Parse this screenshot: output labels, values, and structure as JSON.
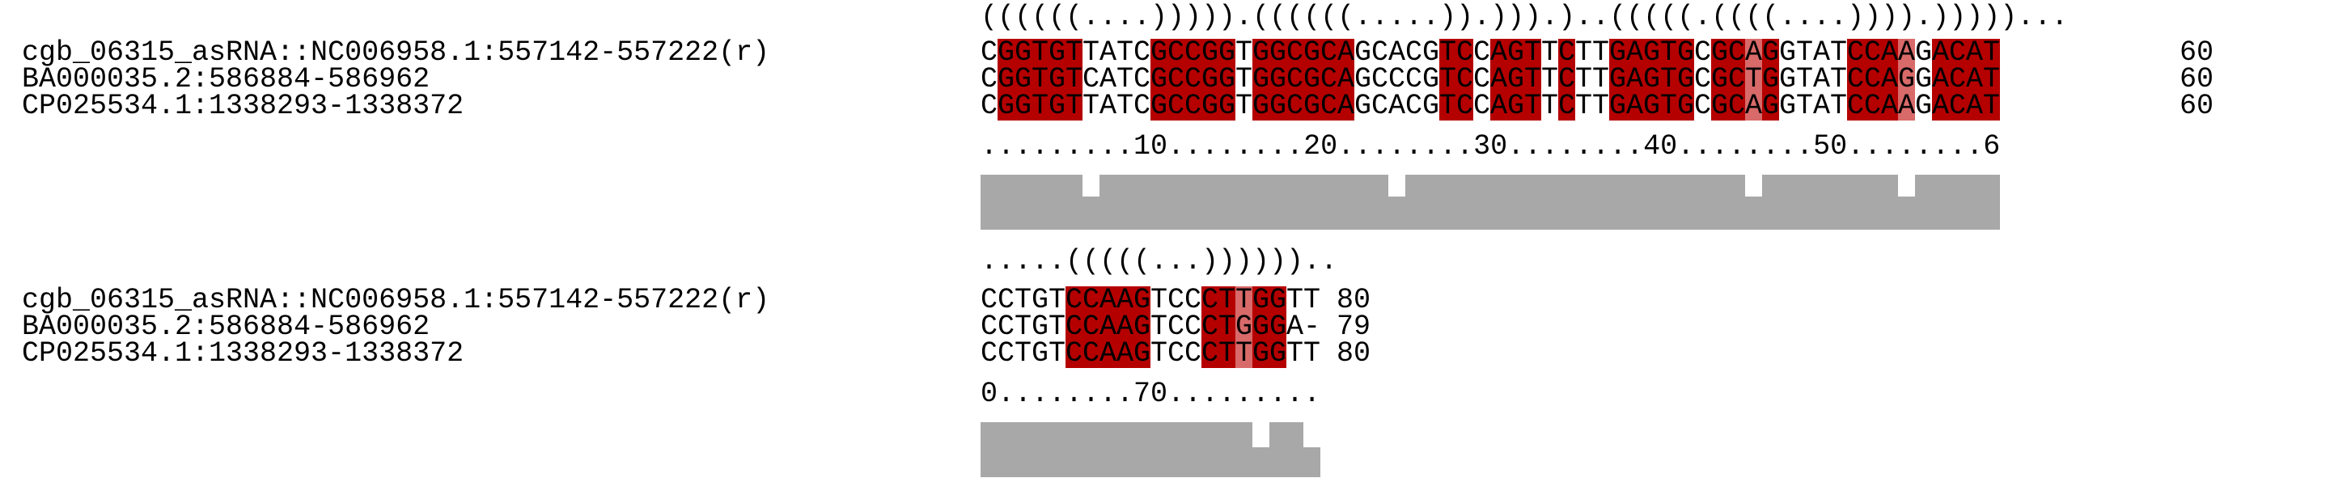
{
  "colors": {
    "full_conserved": "#b50000",
    "partial_conserved": "#d96a6a",
    "compensatory": "#c8b400",
    "conservation_bar": "#a8a8a8"
  },
  "blocks": [
    {
      "structure": "((((((....))))).((((((.....)).))).)..(((((.((((....)))).)))))...",
      "names": [
        "cgb_06315_asRNA::NC006958.1:557142-557222(r)",
        "BA000035.2:586884-586962",
        "CP025534.1:1338293-1338372"
      ],
      "sequences": [
        "CGGTGTTATCGCCGGTGGCGCAGCACGTCCAGTTCTTGAGTGCGCAGGTATCCAAGACAT",
        "CGGTGTCATCGCCGGTGGCGCAGCCCGTCCAGTTCTTGAGTGCGCTGGTATCCAGGACAT",
        "CGGTGTTATCGCCGGTGGCGCAGCACGTCCAGTTCTTGAGTGCGCAGGTATCCAAGACAT"
      ],
      "counts": [
        "60",
        "60",
        "60"
      ],
      "ruler": ".........10........20........30........40........50........6",
      "conservation": [
        1,
        1,
        1,
        1,
        1,
        1,
        0.6,
        1,
        1,
        1,
        1,
        1,
        1,
        1,
        1,
        1,
        1,
        1,
        1,
        1,
        1,
        1,
        1,
        1,
        0.6,
        1,
        1,
        1,
        1,
        1,
        1,
        1,
        1,
        1,
        1,
        1,
        1,
        1,
        1,
        1,
        1,
        1,
        1,
        1,
        1,
        0.6,
        1,
        1,
        1,
        1,
        1,
        1,
        1,
        1,
        0.6,
        1,
        1,
        1,
        1,
        1
      ]
    },
    {
      "structure": ".....(((((...))))))..",
      "names": [
        "cgb_06315_asRNA::NC006958.1:557142-557222(r)",
        "BA000035.2:586884-586962",
        "CP025534.1:1338293-1338372"
      ],
      "sequences": [
        "CCTGTCCAAGTCCCTTGGTT",
        "CCTGTCCAAGTCCCTGGGA-",
        "CCTGTCCAAGTCCCTTGGTT"
      ],
      "counts": [
        "80",
        "79",
        "80"
      ],
      "ruler": "0........70.........",
      "conservation": [
        1,
        1,
        1,
        1,
        1,
        1,
        1,
        1,
        1,
        1,
        1,
        1,
        1,
        1,
        1,
        1,
        0.55,
        1,
        1,
        0.55
      ]
    }
  ]
}
